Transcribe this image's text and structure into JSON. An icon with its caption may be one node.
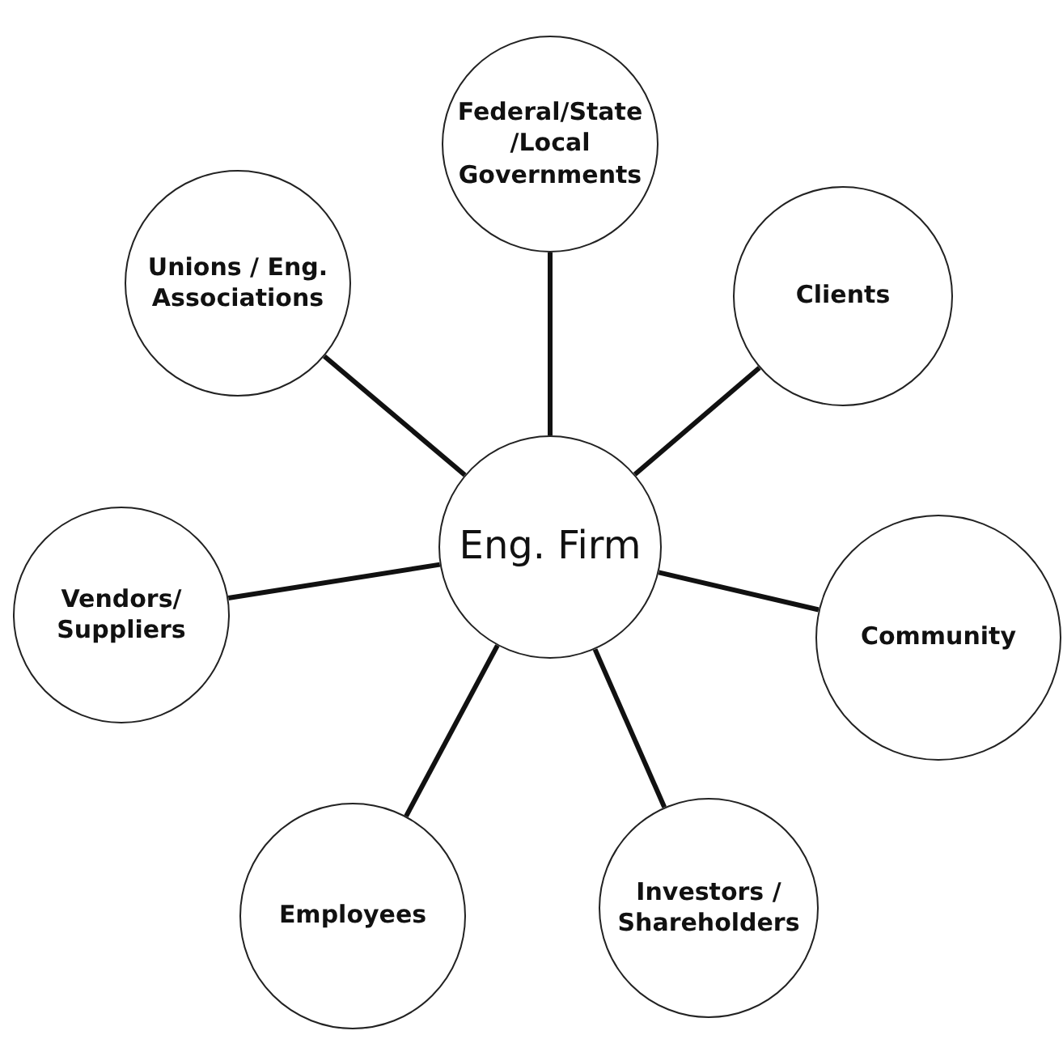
{
  "diagram": {
    "nodes": [
      {
        "text": [
          "Federal/State /Local Governments"
        ]
      },
      {
        "text": [
          "Unions / Eng. Associations"
        ]
      },
      {
        "text": [
          "Clients"
        ]
      },
      {
        "text": [
          "Eng. Firm"
        ]
      },
      {
        "text": [
          "Community"
        ]
      },
      {
        "text": [
          "Vendors/ Suppliers"
        ]
      },
      {
        "text": [
          "Employees"
        ]
      },
      {
        "text": [
          "Investors / Shareholders"
        ]
      }
    ],
    "edges": [
      {
        "from": 3,
        "to": 0,
        "arrow": "none"
      },
      {
        "from": 3,
        "to": 1,
        "arrow": "none"
      },
      {
        "from": 3,
        "to": 2,
        "arrow": "none"
      },
      {
        "from": 3,
        "to": 4,
        "arrow": "none"
      },
      {
        "from": 3,
        "to": 5,
        "arrow": "none"
      },
      {
        "from": 3,
        "to": 6,
        "arrow": "none"
      },
      {
        "from": 3,
        "to": 7,
        "arrow": "none"
      }
    ]
  }
}
